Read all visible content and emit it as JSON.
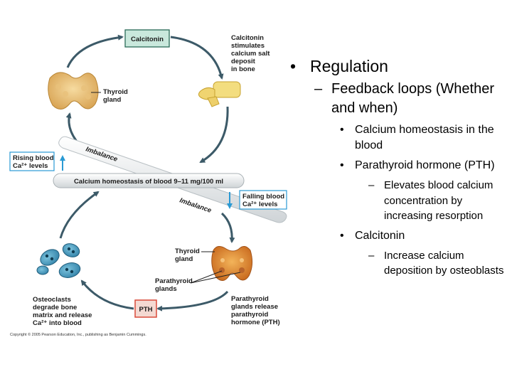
{
  "diagram": {
    "calcitonin_box": "Calcitonin",
    "calcitonin_caption": [
      "Calcitonin",
      "stimulates",
      "calcium salt",
      "deposit",
      "in bone"
    ],
    "thyroid_top": [
      "Thyroid",
      "gland"
    ],
    "rising_box": [
      "Rising blood",
      "Ca²⁺ levels"
    ],
    "imbalance_top": "Imbalance",
    "homeostasis_bar": "Calcium homeostasis of blood 9–11 mg/100 ml",
    "falling_box": [
      "Falling blood",
      "Ca²⁺ levels"
    ],
    "imbalance_bottom": "Imbalance",
    "thyroid_bottom": [
      "Thyroid",
      "gland"
    ],
    "parathyroid_glands": [
      "Parathyroid",
      "glands"
    ],
    "osteoclasts_caption": [
      "Osteoclasts",
      "degrade bone",
      "matrix and release",
      "Ca²⁺ into blood"
    ],
    "pth_box": "PTH",
    "parathyroid_release": [
      "Parathyroid",
      "glands release",
      "parathyroid",
      "hormone (PTH)"
    ],
    "copyright": "Copyright © 2005 Pearson Education, Inc., publishing as Benjamin Cummings.",
    "colors": {
      "calcitonin_fill": "#c9e8dc",
      "pth_fill": "#f4d9d2",
      "pth_border": "#d94a3a",
      "level_box_border": "#2a9ad4",
      "arrow": "#3c5a68",
      "bar": "#dfe3e5"
    },
    "icons": [
      "thyroid-gland-icon",
      "vertebra-bone-icon",
      "osteoclast-cells-icon",
      "parathyroid-gland-icon"
    ]
  },
  "bullets": {
    "regulation": "Regulation",
    "feedback_loops": "Feedback loops (Whether and when)",
    "homeostasis_blood": "Calcium homeostasis in the blood",
    "pth": "Parathyroid hormone (PTH)",
    "pth_detail": "Elevates blood calcium concentration by increasing resorption",
    "calcitonin": "Calcitonin",
    "calcitonin_detail": "Increase calcium deposition by osteoblasts"
  }
}
